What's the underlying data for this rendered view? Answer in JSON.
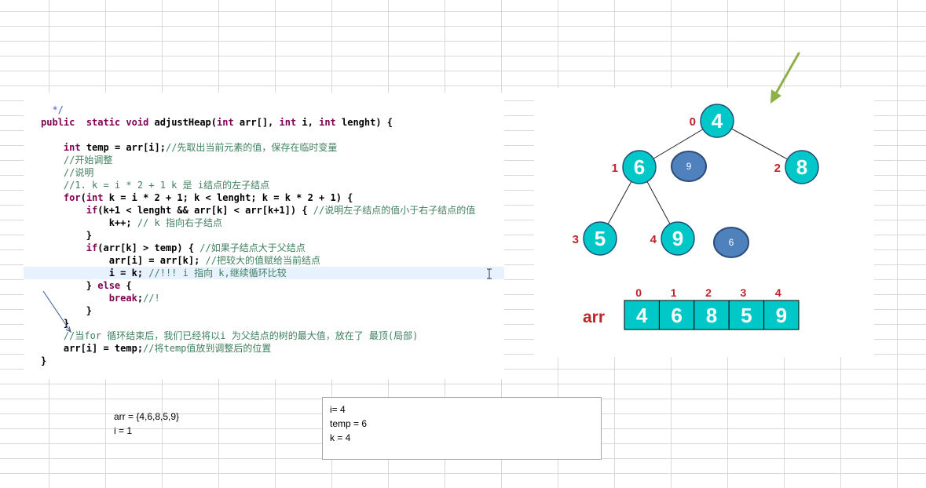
{
  "code": {
    "lines": [
      [
        {
          "t": "  ",
          "c": "tx"
        },
        {
          "t": "*/",
          "c": "jd"
        }
      ],
      [
        {
          "t": "public",
          "c": "kw"
        },
        {
          "t": "  ",
          "c": "tx"
        },
        {
          "t": "static",
          "c": "kw"
        },
        {
          "t": " ",
          "c": "tx"
        },
        {
          "t": "void",
          "c": "kw"
        },
        {
          "t": " adjustHeap(",
          "c": "tx"
        },
        {
          "t": "int",
          "c": "kw"
        },
        {
          "t": " arr[], ",
          "c": "tx"
        },
        {
          "t": "int",
          "c": "kw"
        },
        {
          "t": " i, ",
          "c": "tx"
        },
        {
          "t": "int",
          "c": "kw"
        },
        {
          "t": " lenght) {",
          "c": "tx"
        }
      ],
      [],
      [
        {
          "t": "    ",
          "c": "tx"
        },
        {
          "t": "int",
          "c": "kw"
        },
        {
          "t": " temp = arr[i];",
          "c": "tx"
        },
        {
          "t": "//先取出当前元素的值，保存在临时变量",
          "c": "cm"
        }
      ],
      [
        {
          "t": "    ",
          "c": "tx"
        },
        {
          "t": "//开始调整",
          "c": "cm"
        }
      ],
      [
        {
          "t": "    ",
          "c": "tx"
        },
        {
          "t": "//说明",
          "c": "cm"
        }
      ],
      [
        {
          "t": "    ",
          "c": "tx"
        },
        {
          "t": "//1. k = i * 2 + 1 k 是 i结点的左子结点",
          "c": "cm"
        }
      ],
      [
        {
          "t": "    ",
          "c": "tx"
        },
        {
          "t": "for",
          "c": "kw"
        },
        {
          "t": "(",
          "c": "tx"
        },
        {
          "t": "int",
          "c": "kw"
        },
        {
          "t": " k = i * 2 + 1; k < lenght; k = k * 2 + 1) {",
          "c": "tx"
        }
      ],
      [
        {
          "t": "        ",
          "c": "tx"
        },
        {
          "t": "if",
          "c": "kw"
        },
        {
          "t": "(k+1 < lenght && arr[k] < arr[k+1]) { ",
          "c": "tx"
        },
        {
          "t": "//说明左子结点的值小于右子结点的值",
          "c": "cm"
        }
      ],
      [
        {
          "t": "            k++; ",
          "c": "tx"
        },
        {
          "t": "// k 指向右子结点",
          "c": "cm"
        }
      ],
      [
        {
          "t": "        }",
          "c": "tx"
        }
      ],
      [
        {
          "t": "        ",
          "c": "tx"
        },
        {
          "t": "if",
          "c": "kw"
        },
        {
          "t": "(arr[k] > temp) { ",
          "c": "tx"
        },
        {
          "t": "//如果子结点大于父结点",
          "c": "cm"
        }
      ],
      [
        {
          "t": "            arr[i] = arr[k]; ",
          "c": "tx"
        },
        {
          "t": "//把较大的值赋给当前结点",
          "c": "cm"
        }
      ],
      [
        {
          "t": "            i = k; ",
          "c": "tx"
        },
        {
          "t": "//!!! i 指向 k,继续循环比较",
          "c": "cm"
        }
      ],
      [
        {
          "t": "        } ",
          "c": "tx"
        },
        {
          "t": "else",
          "c": "kw"
        },
        {
          "t": " {",
          "c": "tx"
        }
      ],
      [
        {
          "t": "            ",
          "c": "tx"
        },
        {
          "t": "break",
          "c": "kw"
        },
        {
          "t": ";",
          "c": "tx"
        },
        {
          "t": "//!",
          "c": "cm"
        }
      ],
      [
        {
          "t": "        }",
          "c": "tx"
        }
      ],
      [
        {
          "t": "    }",
          "c": "tx"
        }
      ],
      [
        {
          "t": "    ",
          "c": "tx"
        },
        {
          "t": "//当for 循环结束后，我们已经将以i 为父结点的树的最大值，放在了 最顶(局部)",
          "c": "cm"
        }
      ],
      [
        {
          "t": "    arr[i] = temp;",
          "c": "tx"
        },
        {
          "t": "//将temp值放到调整后的位置",
          "c": "cm"
        }
      ],
      [
        {
          "t": "}",
          "c": "tx"
        }
      ]
    ]
  },
  "tree": {
    "nodes": [
      {
        "value": "4",
        "index": "0"
      },
      {
        "value": "6",
        "index": "1"
      },
      {
        "value": "8",
        "index": "2"
      },
      {
        "value": "5",
        "index": "3"
      },
      {
        "value": "9",
        "index": "4"
      }
    ],
    "temp_nodes": [
      {
        "value": "9",
        "near": "node-1"
      },
      {
        "value": "6",
        "near": "node-4"
      }
    ]
  },
  "array": {
    "label": "arr",
    "indices": [
      "0",
      "1",
      "2",
      "3",
      "4"
    ],
    "values": [
      "4",
      "6",
      "8",
      "5",
      "9"
    ]
  },
  "notes_left": [
    "arr = {4,6,8,5,9}",
    "i = 1"
  ],
  "notes_box": [
    "i= 4",
    "temp = 6",
    "k = 4"
  ],
  "colors": {
    "node_fill": "#00c8c8",
    "node_stroke": "#1f4e79",
    "temp_node_fill": "#4f81bd",
    "index_label": "#c0232c",
    "arrow": "#8db04b",
    "keyword": "#7f0055",
    "comment": "#3f7f5f"
  }
}
